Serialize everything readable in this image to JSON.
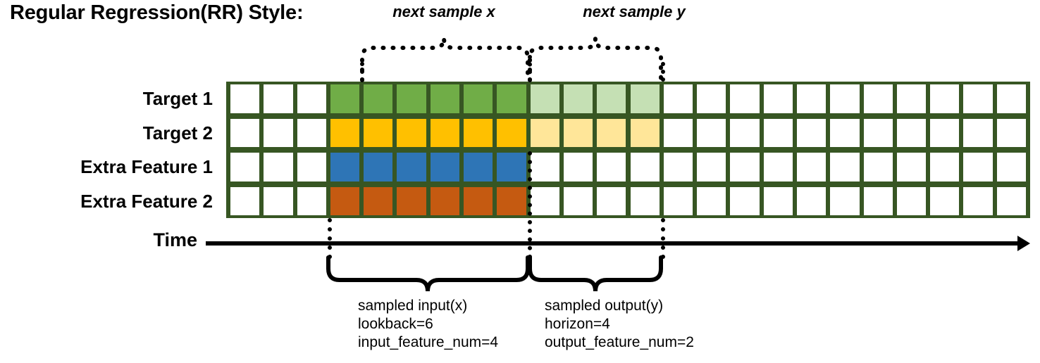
{
  "title": "Regular Regression(RR) Style:",
  "rows": [
    {
      "label": "Target 1",
      "key": "target1"
    },
    {
      "label": "Target 2",
      "key": "target2"
    },
    {
      "label": "Extra Feature 1",
      "key": "extra1"
    },
    {
      "label": "Extra Feature 2",
      "key": "extra2"
    }
  ],
  "grid": {
    "columns": 24,
    "input_start_col": 4,
    "input_end_col": 9,
    "output_start_col": 10,
    "output_end_col": 13,
    "cells": {
      "target1": [
        "white",
        "white",
        "white",
        "green",
        "green",
        "green",
        "green",
        "green",
        "green",
        "green-light",
        "green-light",
        "green-light",
        "green-light",
        "white",
        "white",
        "white",
        "white",
        "white",
        "white",
        "white",
        "white",
        "white",
        "white",
        "white"
      ],
      "target2": [
        "white",
        "white",
        "white",
        "yellow",
        "yellow",
        "yellow",
        "yellow",
        "yellow",
        "yellow",
        "yellow-light",
        "yellow-light",
        "yellow-light",
        "yellow-light",
        "white",
        "white",
        "white",
        "white",
        "white",
        "white",
        "white",
        "white",
        "white",
        "white",
        "white"
      ],
      "extra1": [
        "white",
        "white",
        "white",
        "blue",
        "blue",
        "blue",
        "blue",
        "blue",
        "blue",
        "white",
        "white",
        "white",
        "white",
        "white",
        "white",
        "white",
        "white",
        "white",
        "white",
        "white",
        "white",
        "white",
        "white",
        "white"
      ],
      "extra2": [
        "white",
        "white",
        "white",
        "orange",
        "orange",
        "orange",
        "orange",
        "orange",
        "orange",
        "white",
        "white",
        "white",
        "white",
        "white",
        "white",
        "white",
        "white",
        "white",
        "white",
        "white",
        "white",
        "white",
        "white",
        "white"
      ]
    }
  },
  "colors": {
    "grid_border": "#375623",
    "green": "#70ad47",
    "green-light": "#c5e0b4",
    "yellow": "#ffc000",
    "yellow-light": "#ffe699",
    "blue": "#2e75b6",
    "orange": "#c55a11",
    "white": "#ffffff",
    "axis": "#000000"
  },
  "time_axis": {
    "label": "Time",
    "arrow": "right-arrow-icon"
  },
  "annotations": {
    "top_left": {
      "text": "next sample x",
      "brace": "dotted-brace-up"
    },
    "top_right": {
      "text": "next sample y",
      "brace": "dotted-brace-up"
    },
    "bottom_left": {
      "brace": "solid-brace-down",
      "line1": "sampled input(x)",
      "line2": "lookback=6",
      "line3": "input_feature_num=4"
    },
    "bottom_right": {
      "brace": "solid-brace-down",
      "line1": "sampled output(y)",
      "line2": "horizon=4",
      "line3": "output_feature_num=2"
    }
  }
}
